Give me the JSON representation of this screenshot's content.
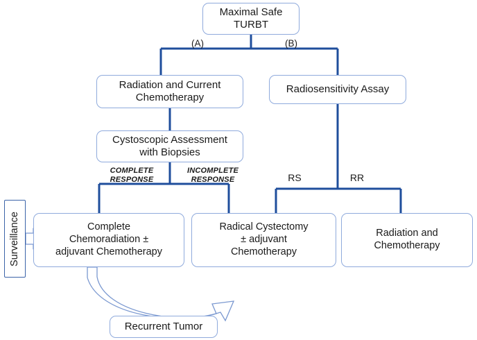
{
  "diagram": {
    "title": "Bladder cancer treatment algorithm flowchart",
    "colors": {
      "connector": "#1F4E9C",
      "node_border": "#8FAADC",
      "surveillance_border": "#3B63A8",
      "arrow_outline": "#7A98D0",
      "background": "#FFFFFF",
      "text": "#1A1A1A"
    },
    "nodes": {
      "turbt": "Maximal Safe\nTURBT",
      "radiation_current_chemo": "Radiation and Current\nChemotherapy",
      "radiosensitivity_assay": "Radiosensitivity Assay",
      "cystoscopic_assessment": "Cystoscopic Assessment\nwith Biopsies",
      "complete_chemoradiation": "Complete\nChemoradiation ±\nadjuvant Chemotherapy",
      "radical_cystectomy": "Radical Cystectomy\n± adjuvant\nChemotherapy",
      "radiation_and_chemo": "Radiation and\nChemotherapy",
      "recurrent_tumor": "Recurrent Tumor",
      "surveillance": "Surveillance"
    },
    "edge_labels": {
      "branch_a": "(A)",
      "branch_b": "(B)",
      "complete_response": "COMPLETE\nRESPONSE",
      "incomplete_response": "INCOMPLETE\nRESPONSE",
      "rs": "RS",
      "rr": "RR"
    }
  }
}
